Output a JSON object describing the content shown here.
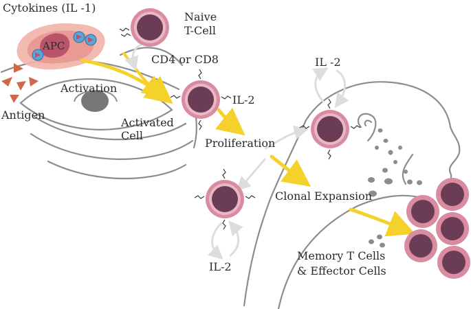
{
  "labels": {
    "cytokines": "Cytokines (IL -1)",
    "apc": "APC",
    "naive_line1": "Naive",
    "naive_line2": "T-Cell",
    "cd4_cd8": "CD4 or CD8",
    "activation": "Activation",
    "antigen": "Antigen",
    "activated_line1": "Activated",
    "activated_line2": "Cell",
    "il2_activated": "IL-2",
    "il2_top": "IL -2",
    "proliferation": "Proliferation",
    "clonal_expansion": "Clonal Expansion",
    "il2_bottom": "IL-2",
    "memory_line1": "Memory T Cells",
    "memory_line2": "& Effector Cells"
  },
  "colors": {
    "cell_outer": "#d98ba0",
    "cell_ring": "#e8b9c5",
    "cell_nucleus": "#6b3c55",
    "arrow_yellow": "#f5d22b",
    "arrow_gray": "#d9d9d9",
    "outline_gray": "#8c8c8c",
    "apc_fill": "#e99a92",
    "apc_core": "#b8556c",
    "antigen": "#d0684a",
    "receptor_blue": "#5aa5d8"
  }
}
